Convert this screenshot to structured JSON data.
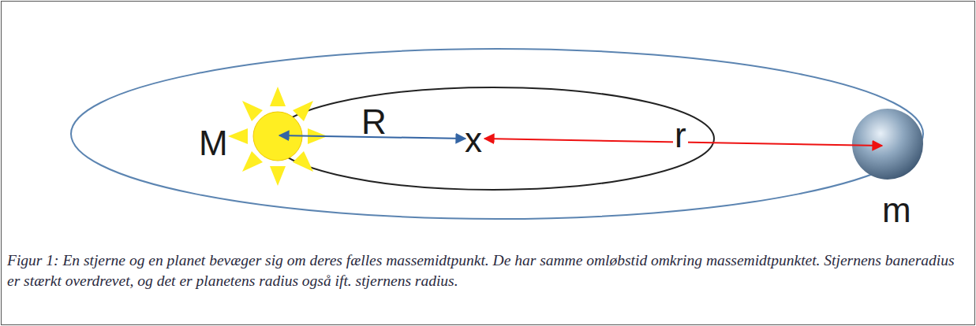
{
  "diagram": {
    "caption": "Figur 1: En stjerne og en planet bevæger sig om deres fælles massemidtpunkt. De har samme omløbstid omkring massemidtpunktet. Stjernens baneradius er stærkt overdrevet, og det er planetens radius også ift. stjernens radius.",
    "labels": [
      "M",
      "R",
      "x",
      "r",
      "m"
    ]
  }
}
